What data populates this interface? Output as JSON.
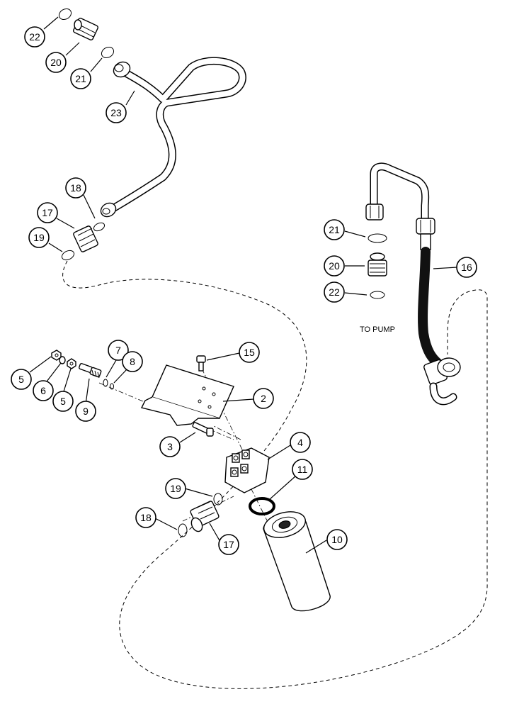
{
  "diagram": {
    "note": "TO PUMP",
    "callouts": [
      {
        "id": "c22a",
        "label": "22"
      },
      {
        "id": "c20a",
        "label": "20"
      },
      {
        "id": "c21a",
        "label": "21"
      },
      {
        "id": "c23",
        "label": "23"
      },
      {
        "id": "c18a",
        "label": "18"
      },
      {
        "id": "c17a",
        "label": "17"
      },
      {
        "id": "c19a",
        "label": "19"
      },
      {
        "id": "c21b",
        "label": "21"
      },
      {
        "id": "c20b",
        "label": "20"
      },
      {
        "id": "c22b",
        "label": "22"
      },
      {
        "id": "c16",
        "label": "16"
      },
      {
        "id": "c7",
        "label": "7"
      },
      {
        "id": "c8",
        "label": "8"
      },
      {
        "id": "c15",
        "label": "15"
      },
      {
        "id": "c5a",
        "label": "5"
      },
      {
        "id": "c6",
        "label": "6"
      },
      {
        "id": "c5b",
        "label": "5"
      },
      {
        "id": "c9",
        "label": "9"
      },
      {
        "id": "c2",
        "label": "2"
      },
      {
        "id": "c3",
        "label": "3"
      },
      {
        "id": "c4",
        "label": "4"
      },
      {
        "id": "c11",
        "label": "11"
      },
      {
        "id": "c19b",
        "label": "19"
      },
      {
        "id": "c18b",
        "label": "18"
      },
      {
        "id": "c17b",
        "label": "17"
      },
      {
        "id": "c10",
        "label": "10"
      }
    ]
  }
}
